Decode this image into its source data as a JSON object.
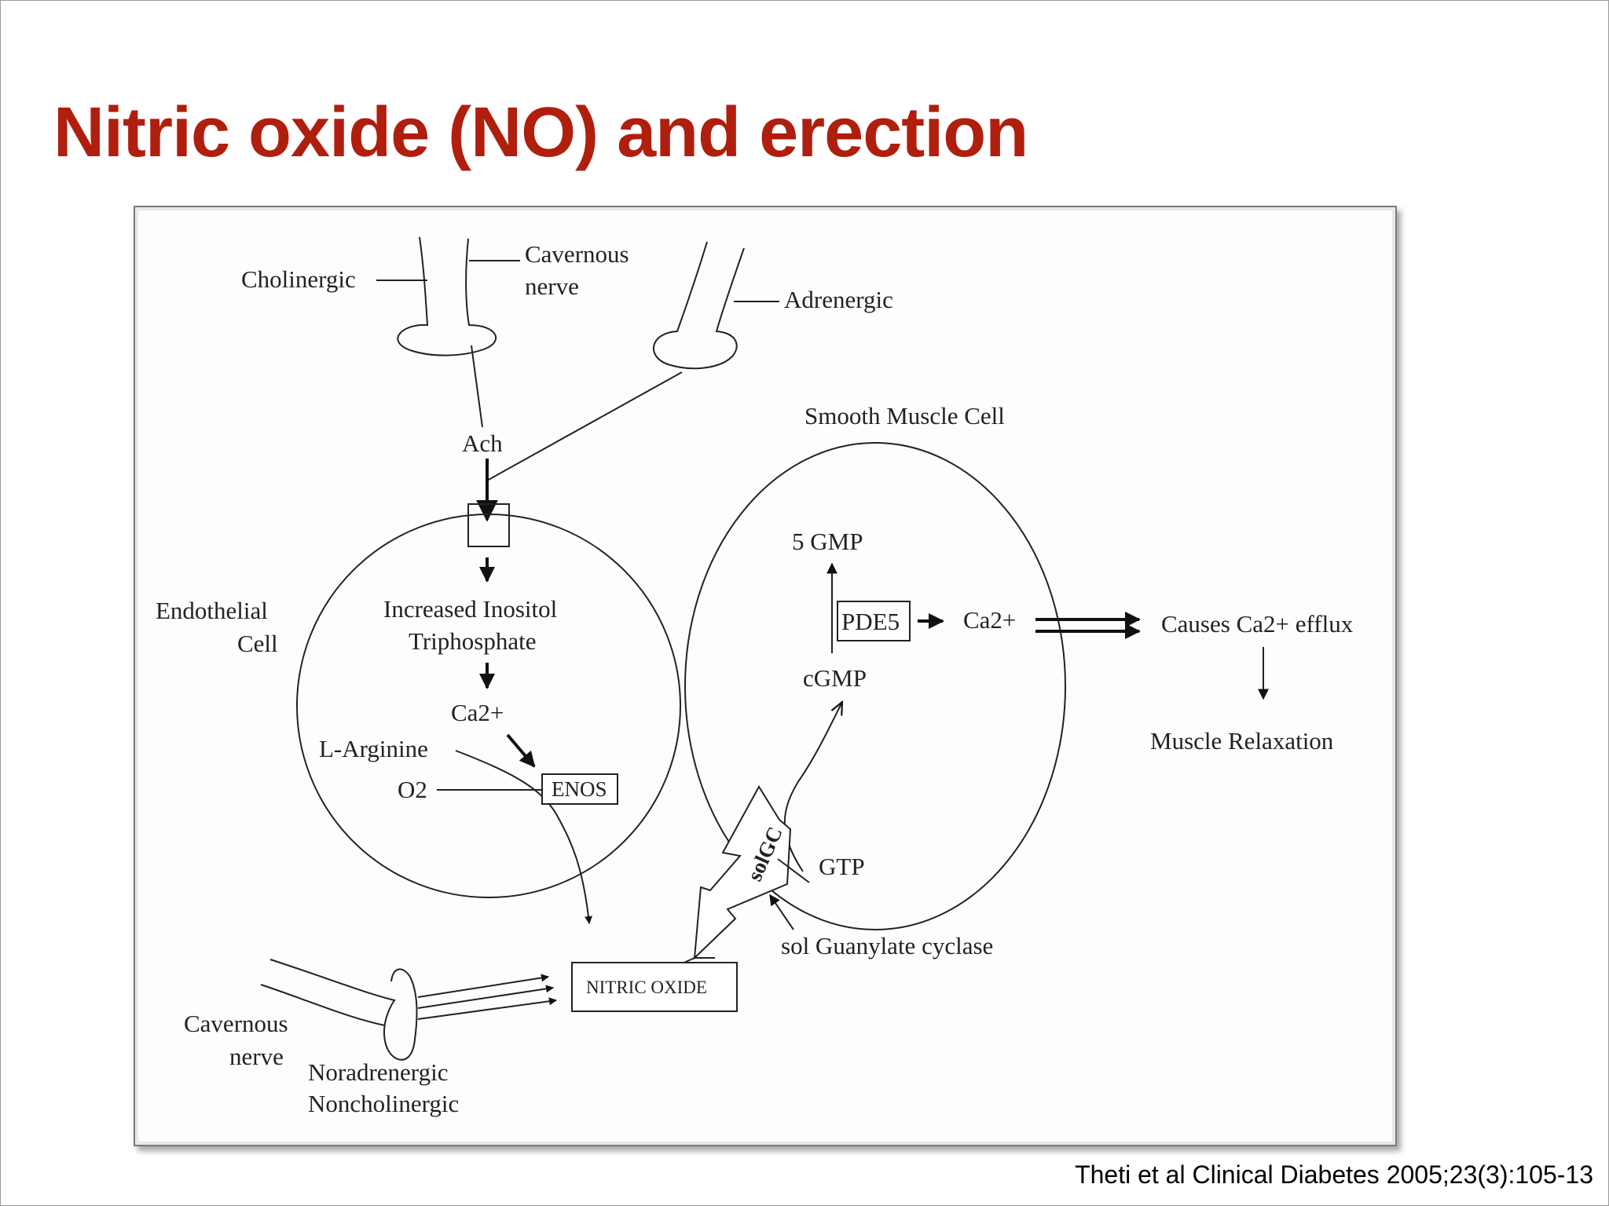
{
  "slide": {
    "title": "Nitric oxide (NO) and erection",
    "citation": "Theti et al Clinical Diabetes 2005;23(3):105-13"
  },
  "diagram": {
    "labels": {
      "cholinergic": "Cholinergic",
      "cavernous_top_1": "Cavernous",
      "cavernous_top_2": "nerve",
      "adrenergic": "Adrenergic",
      "ach": "Ach",
      "smooth_muscle_cell": "Smooth Muscle Cell",
      "endothelial_1": "Endothelial",
      "endothelial_2": "Cell",
      "ip3_1": "Increased Inositol",
      "ip3_2": "Triphosphate",
      "ca2_endo": "Ca2+",
      "l_arginine": "L-Arginine",
      "o2": "O2",
      "enos": "ENOS",
      "five_gmp": "5 GMP",
      "pde5": "PDE5",
      "ca2_smooth": "Ca2+",
      "cgmp": "cGMP",
      "causes_efflux": "Causes Ca2+ efflux",
      "muscle_relaxation": "Muscle Relaxation",
      "solgc": "solGC",
      "gtp": "GTP",
      "sol_guanylate": "sol Guanylate cyclase",
      "nitric_oxide": "NITRIC OXIDE",
      "cavernous_bottom_1": "Cavernous",
      "cavernous_bottom_2": "nerve",
      "nanc_1": "Noradrenergic",
      "nanc_2": "Noncholinergic"
    }
  }
}
